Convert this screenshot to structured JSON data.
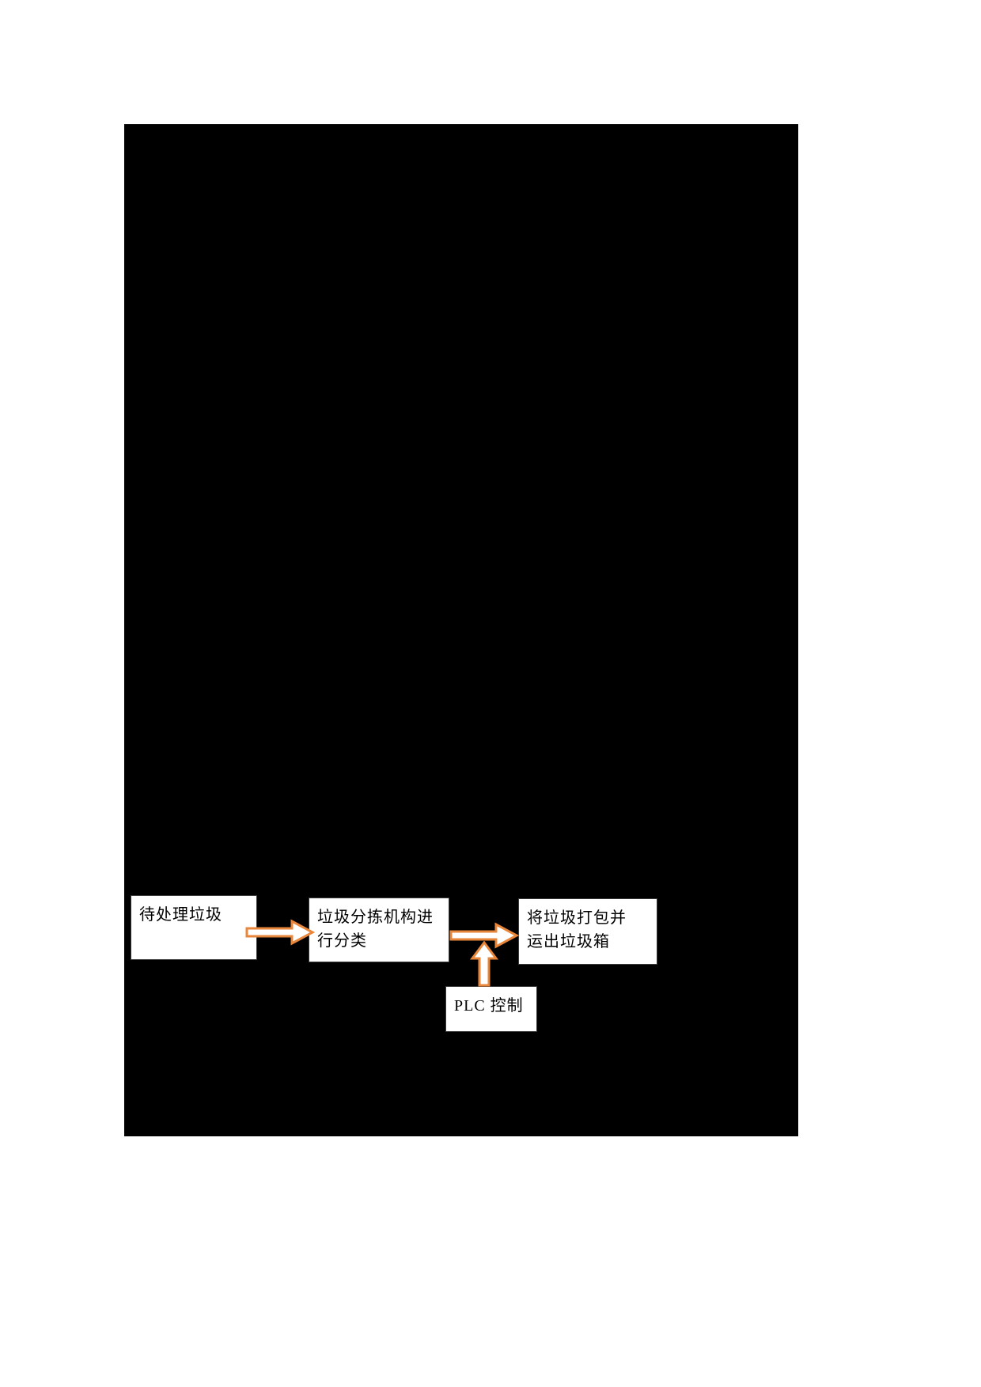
{
  "page": {
    "background_color": "#ffffff",
    "panel_color": "#000000"
  },
  "diagram": {
    "arrow_color": "#E8873C",
    "arrow_fill": "#ffffff",
    "boxes": {
      "waste": {
        "label": "待处理垃圾"
      },
      "sorting": {
        "line1": "垃圾分拣机构进",
        "line2": "行分类"
      },
      "packing": {
        "line1": "将垃圾打包并",
        "line2": "运出垃圾箱"
      },
      "plc": {
        "label": "PLC 控制"
      }
    }
  }
}
